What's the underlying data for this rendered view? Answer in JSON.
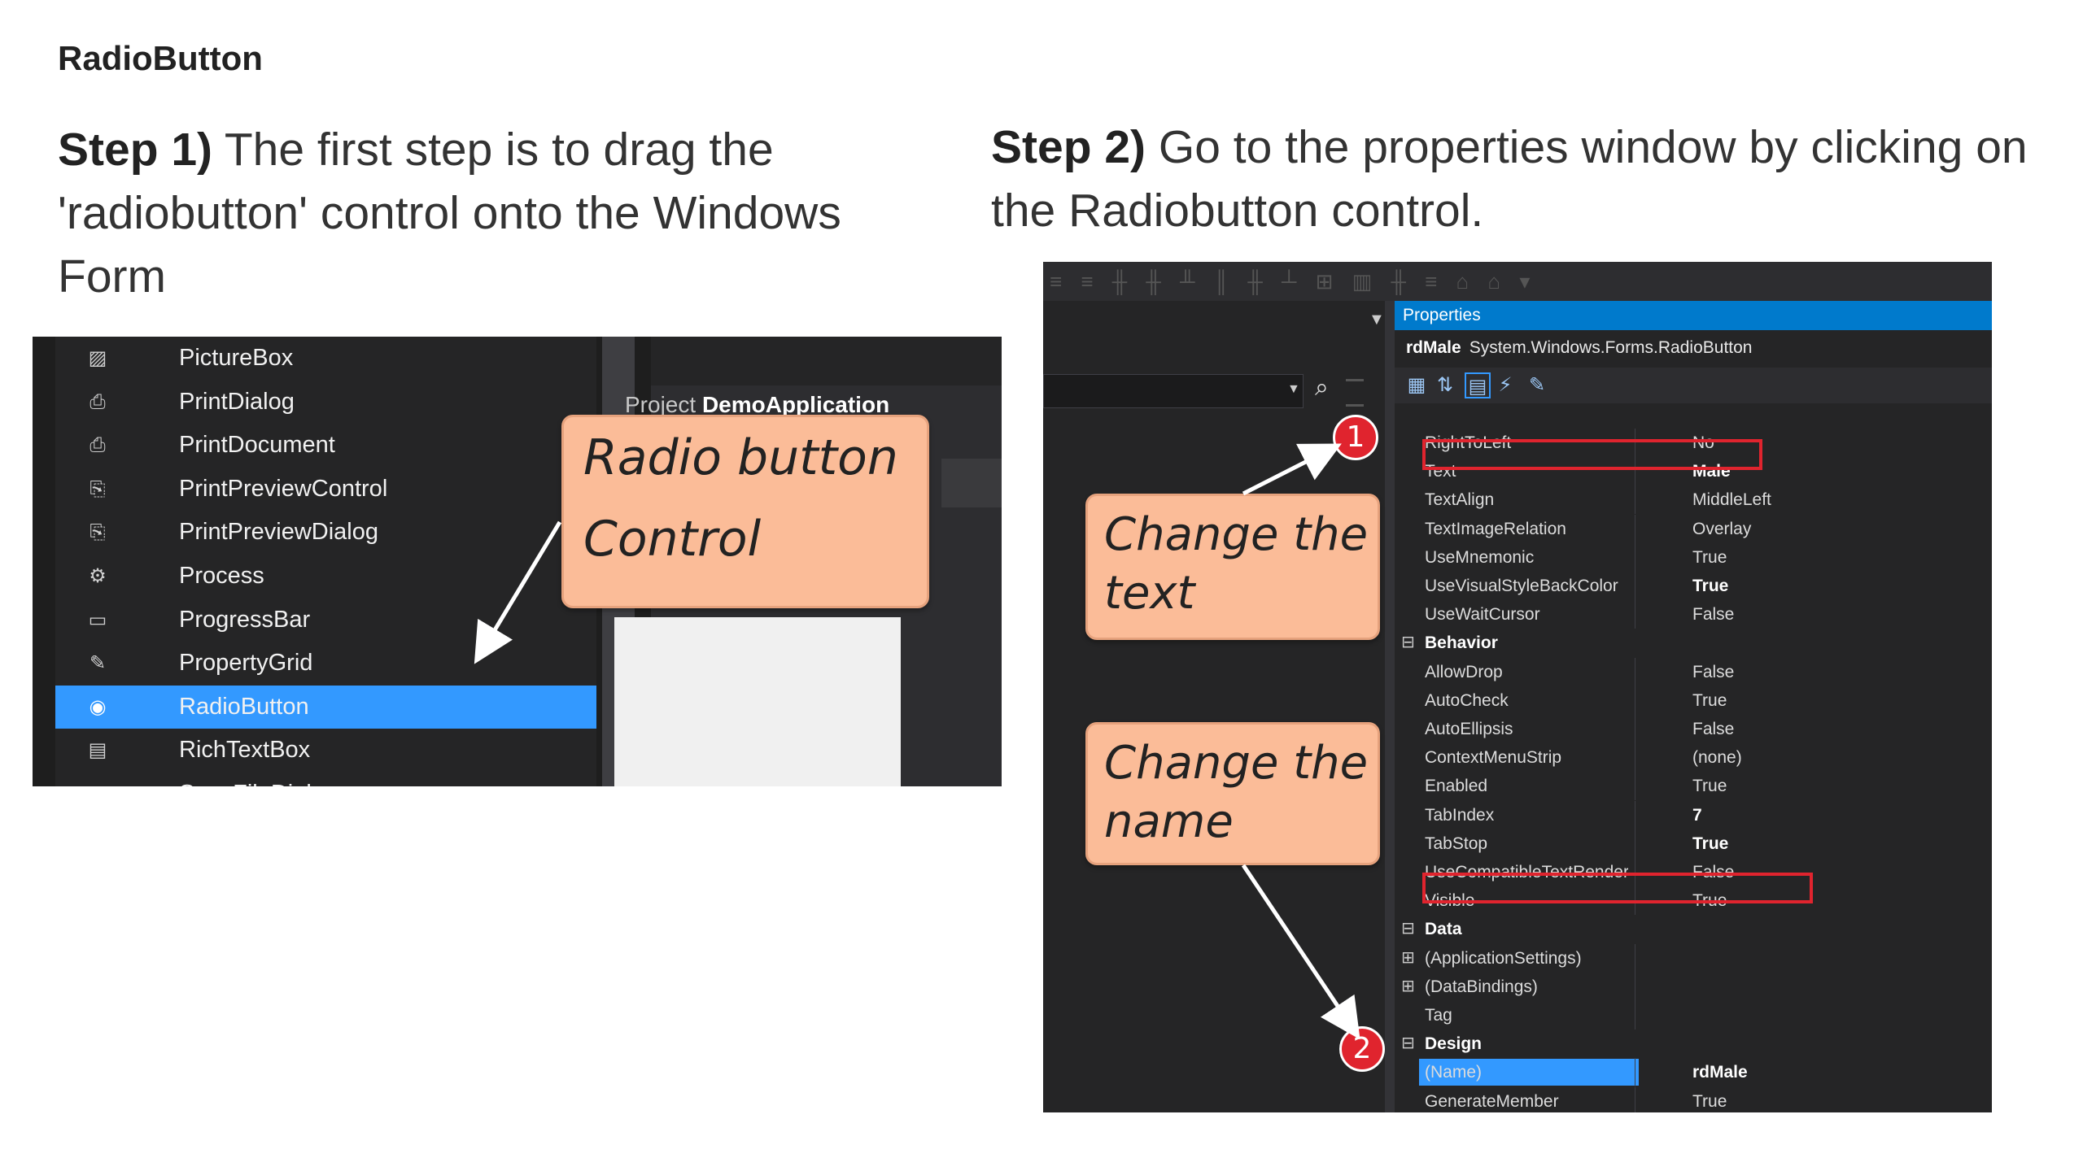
{
  "page": {
    "title": "RadioButton",
    "step1": {
      "label": "Step 1)",
      "text": " The first step is to drag the 'radiobutton' control onto the Windows Form"
    },
    "step2": {
      "label": "Step 2)",
      "text": "  Go to the properties window by clicking on the Radiobutton control."
    }
  },
  "toolbox": {
    "items": [
      {
        "label": "PictureBox",
        "icon": "picture-icon"
      },
      {
        "label": "PrintDialog",
        "icon": "printer-icon"
      },
      {
        "label": "PrintDocument",
        "icon": "printer-icon"
      },
      {
        "label": "PrintPreviewControl",
        "icon": "document-preview-icon"
      },
      {
        "label": "PrintPreviewDialog",
        "icon": "document-preview-icon"
      },
      {
        "label": "Process",
        "icon": "gears-icon"
      },
      {
        "label": "ProgressBar",
        "icon": "progressbar-icon"
      },
      {
        "label": "PropertyGrid",
        "icon": "wrench-icon"
      },
      {
        "label": "RadioButton",
        "icon": "radio-icon",
        "selected": true
      },
      {
        "label": "RichTextBox",
        "icon": "richtext-icon"
      },
      {
        "label": "SaveFileDialog",
        "icon": "save-icon"
      }
    ]
  },
  "designer": {
    "project_prefix": "Project ",
    "project_name": "DemoApplication"
  },
  "callouts": {
    "radio": "Radio button Control",
    "text": "Change the text",
    "name": "Change the name"
  },
  "badges": {
    "one": "1",
    "two": "2"
  },
  "properties": {
    "panel_title": "Properties",
    "object_name": "rdMale",
    "object_type": "System.Windows.Forms.RadioButton",
    "rows": [
      {
        "name": "RightToLeft",
        "value": "No"
      },
      {
        "name": "Text",
        "value": "Male",
        "bold": true
      },
      {
        "name": "TextAlign",
        "value": "MiddleLeft"
      },
      {
        "name": "TextImageRelation",
        "value": "Overlay"
      },
      {
        "name": "UseMnemonic",
        "value": "True"
      },
      {
        "name": "UseVisualStyleBackColor",
        "value": "True",
        "bold": true
      },
      {
        "name": "UseWaitCursor",
        "value": "False"
      },
      {
        "name": "Behavior",
        "category": true,
        "expander": "⊟"
      },
      {
        "name": "AllowDrop",
        "value": "False"
      },
      {
        "name": "AutoCheck",
        "value": "True"
      },
      {
        "name": "AutoEllipsis",
        "value": "False"
      },
      {
        "name": "ContextMenuStrip",
        "value": "(none)"
      },
      {
        "name": "Enabled",
        "value": "True"
      },
      {
        "name": "TabIndex",
        "value": "7",
        "bold": true
      },
      {
        "name": "TabStop",
        "value": "True",
        "bold": true
      },
      {
        "name": "UseCompatibleTextRendering",
        "value": "False"
      },
      {
        "name": "Visible",
        "value": "True"
      },
      {
        "name": "Data",
        "category": true,
        "expander": "⊟"
      },
      {
        "name": "(ApplicationSettings)",
        "expander": "⊞"
      },
      {
        "name": "(DataBindings)",
        "expander": "⊞"
      },
      {
        "name": "Tag",
        "value": ""
      },
      {
        "name": "Design",
        "category": true,
        "expander": "⊟"
      },
      {
        "name": "(Name)",
        "value": "rdMale",
        "bold": true,
        "selected": true
      },
      {
        "name": "GenerateMember",
        "value": "True"
      },
      {
        "name": "(Name)",
        "category": true
      }
    ]
  },
  "colors": {
    "accent": "#3399ff",
    "callout": "#fbbc98",
    "highlight": "#e0242e",
    "vs_dark": "#252526"
  }
}
